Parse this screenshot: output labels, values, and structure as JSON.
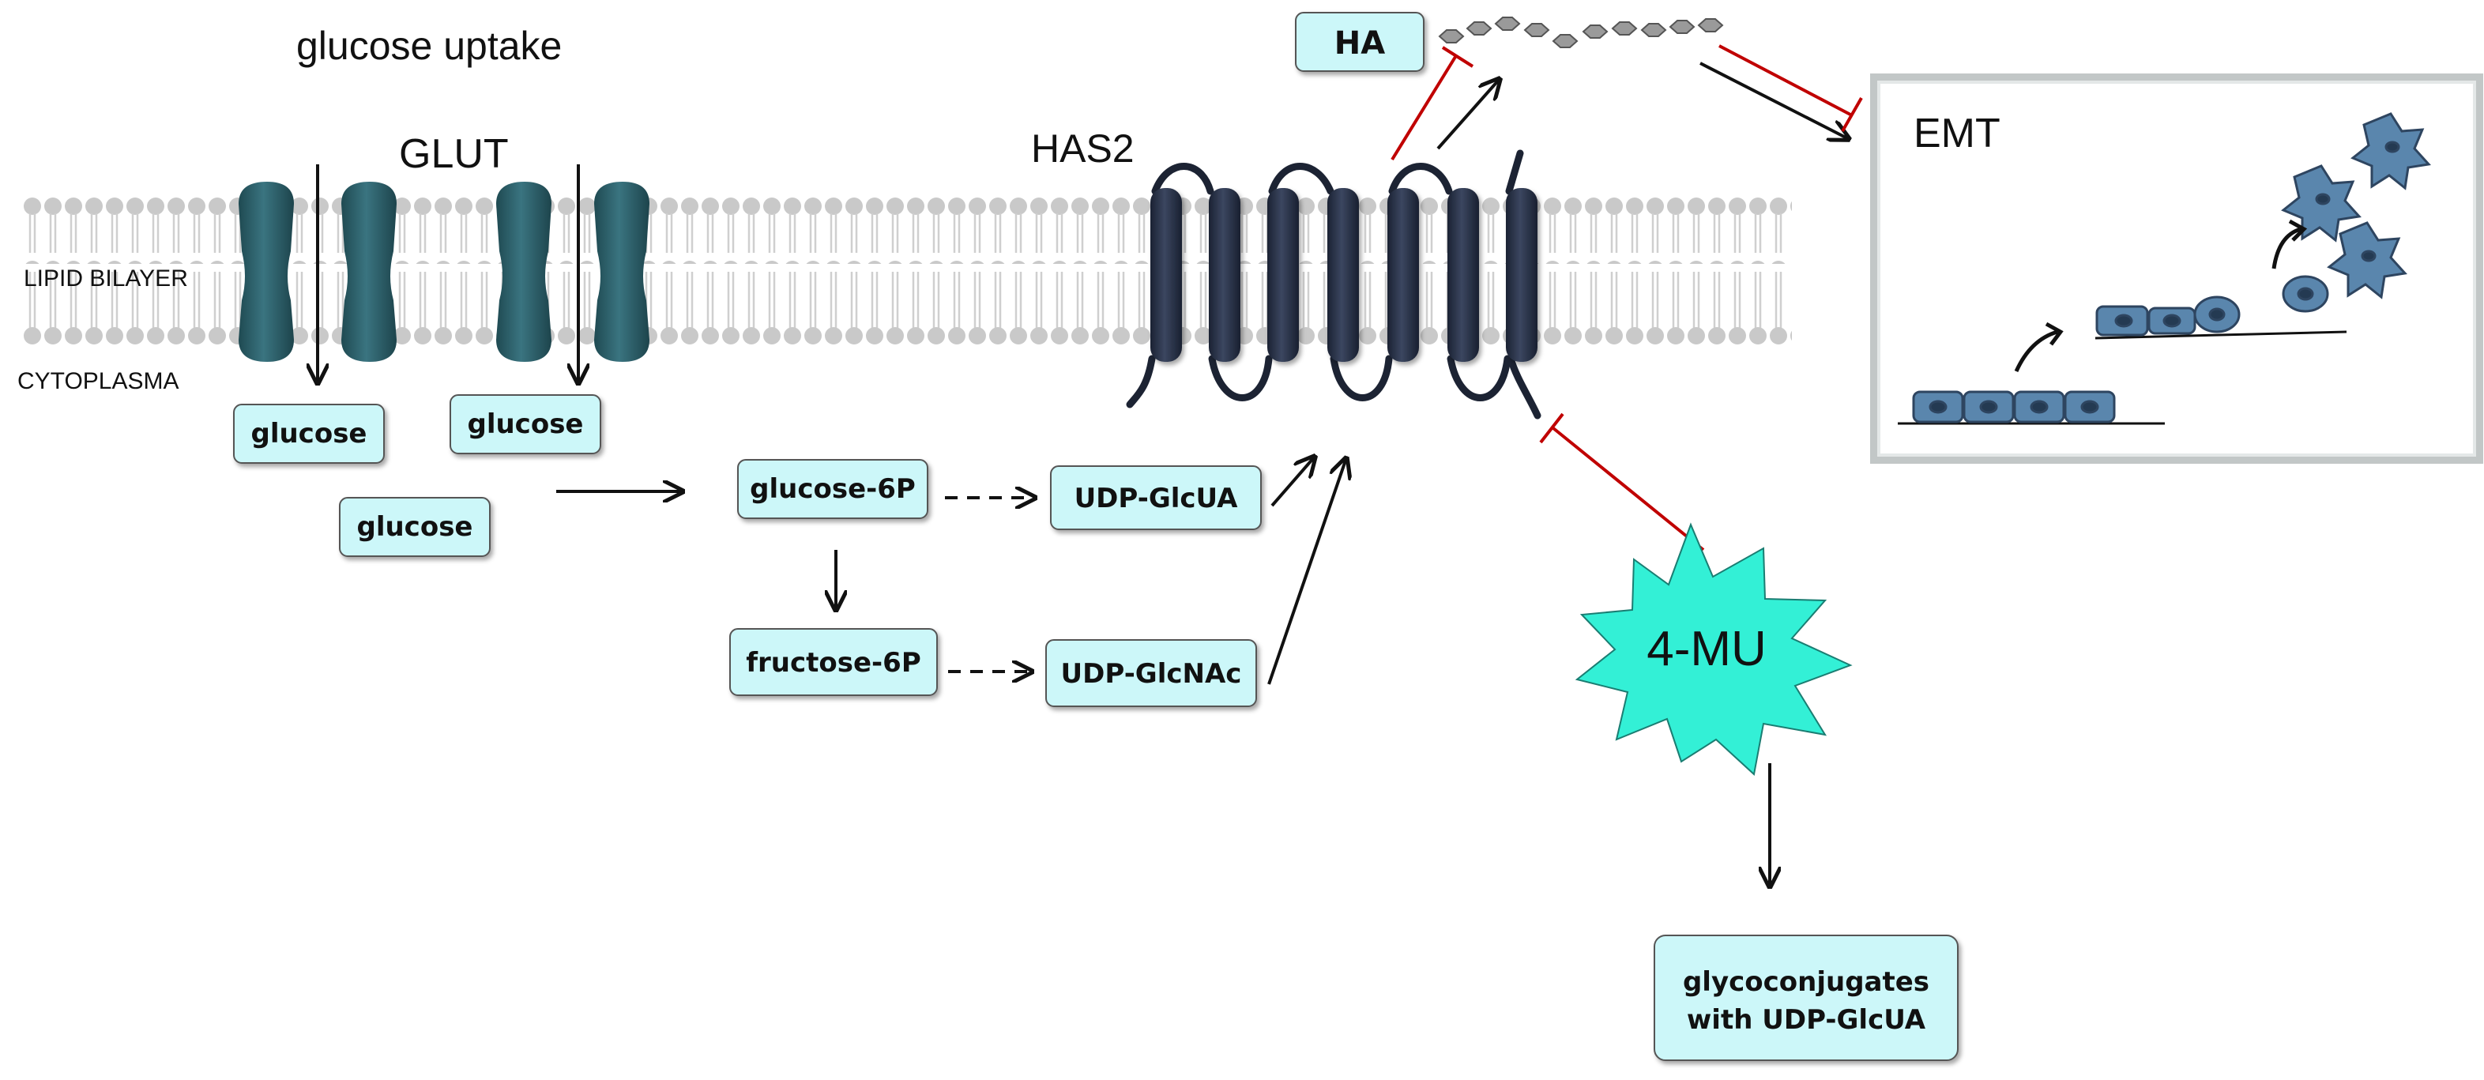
{
  "labels": {
    "glucose_uptake": "glucose uptake",
    "glut": "GLUT",
    "has2": "HAS2",
    "lipid_bilayer": "LIPID BILAYER",
    "cytoplasma": "CYTOPLASMA",
    "emt": "EMT",
    "four_mu": "4-MU"
  },
  "boxes": {
    "ha": "HA",
    "glucose_a": "glucose",
    "glucose_b": "glucose",
    "glucose_c": "glucose",
    "glucose_6p": "glucose-6P",
    "fructose_6p": "fructose-6P",
    "udp_glcua": "UDP-GlcUA",
    "udp_glcnac": "UDP-GlcNAc",
    "glycoconjugates_line1": "glycoconjugates",
    "glycoconjugates_line2": "with UDP-GlcUA"
  },
  "colors": {
    "box_fill": "#ccf7f9",
    "glut_protein": "#2c5f68",
    "has2_protein": "#2a3347",
    "starburst": "#33f0d6",
    "inhibit_red": "#c00000",
    "lipid_grey": "#c8c8c8",
    "cell_blue": "#5a86ad"
  }
}
